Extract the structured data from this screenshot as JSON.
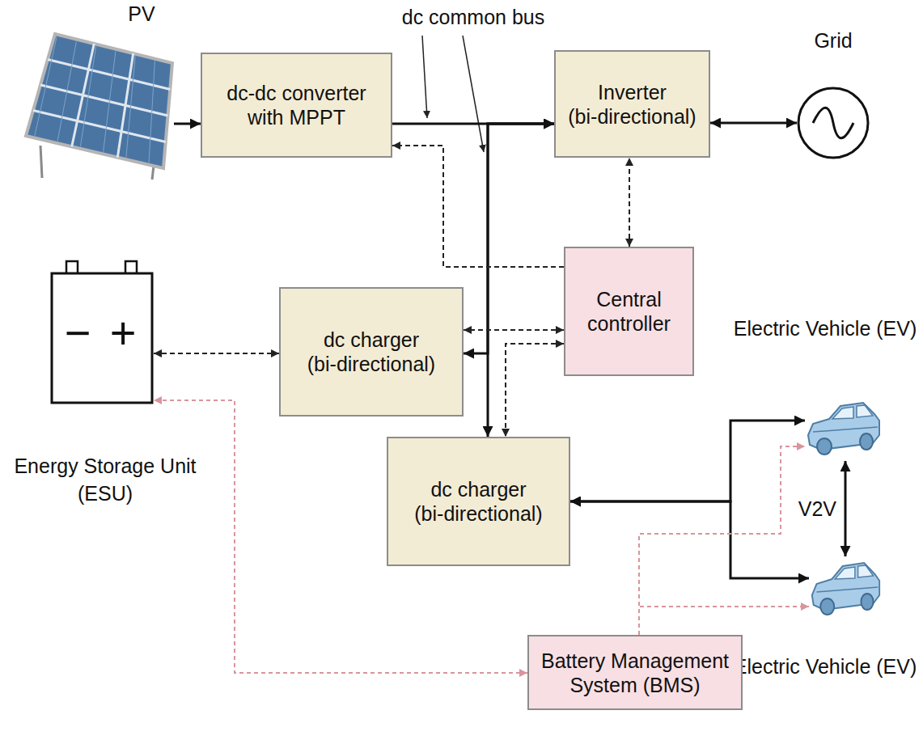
{
  "diagram": {
    "nodes": [
      {
        "text": [
          "PV"
        ]
      },
      {
        "text": [
          "dc-dc converter with MPPT"
        ]
      },
      {
        "text": [
          "Inverter (bi-directional)"
        ]
      },
      {
        "text": [
          "Grid"
        ]
      },
      {
        "text": [
          "Central controller"
        ]
      },
      {
        "text": [
          "−",
          "+",
          "Energy Storage Unit (ESU)"
        ]
      },
      {
        "text": [
          "dc charger (bi-directional)"
        ]
      },
      {
        "text": [
          "dc charger (bi-directional)"
        ]
      },
      {
        "text": [
          "Electric Vehicle (EV)"
        ]
      },
      {
        "text": [
          "Electric Vehicle (EV)"
        ]
      },
      {
        "text": [
          "Battery Management System (BMS)"
        ]
      }
    ],
    "edges": [
      {
        "from": 0,
        "to": 1,
        "arrow": "to"
      },
      {
        "from": 1,
        "to": 2,
        "arrow": "to"
      },
      {
        "from": 2,
        "to": 3,
        "arrow": "both"
      },
      {
        "from": 6,
        "to": 2,
        "arrow": "both"
      },
      {
        "from": 7,
        "to": 2,
        "arrow": "both"
      },
      {
        "from": 5,
        "to": 6,
        "arrow": "both"
      },
      {
        "from": 7,
        "to": 8,
        "arrow": "both"
      },
      {
        "from": 7,
        "to": 9,
        "arrow": "both"
      },
      {
        "from": 8,
        "to": 9,
        "label": "V2V",
        "arrow": "both"
      },
      {
        "from": 4,
        "to": 1,
        "arrow": "to"
      },
      {
        "from": 4,
        "to": 2,
        "arrow": "both"
      },
      {
        "from": 4,
        "to": 6,
        "arrow": "both"
      },
      {
        "from": 4,
        "to": 7,
        "arrow": "both"
      },
      {
        "from": 10,
        "to": 5,
        "arrow": "both"
      },
      {
        "from": 10,
        "to": 8,
        "arrow": "to"
      },
      {
        "from": 10,
        "to": 9,
        "arrow": "to"
      }
    ],
    "labels": [
      "dc common bus"
    ]
  }
}
